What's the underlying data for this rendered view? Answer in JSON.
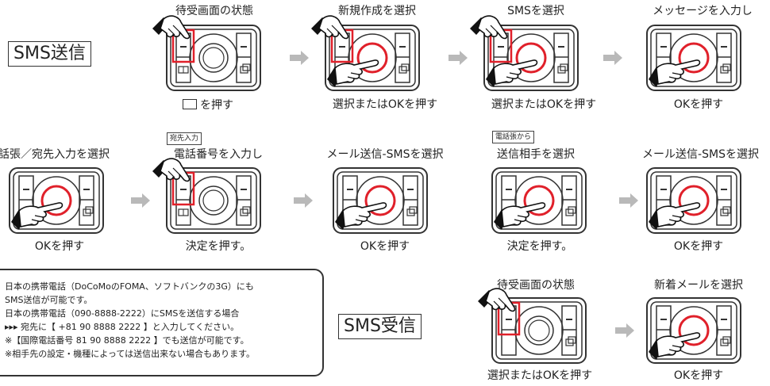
{
  "sections": {
    "send_label": "SMS送信",
    "receive_label": "SMS受信"
  },
  "row1": [
    {
      "title": "待受画面の状態",
      "action": "を押す"
    },
    {
      "title": "新規作成を選択",
      "action": "選択またはOKを押す"
    },
    {
      "title": "SMSを選択",
      "action": "選択またはOKを押す"
    },
    {
      "title": "メッセージを入力し",
      "action": "OKを押す"
    }
  ],
  "row2": [
    {
      "title": "話張／宛先入力を選択",
      "action": "OKを押す"
    },
    {
      "tag": "宛先入力",
      "title": "電話番号を入力し",
      "action": "決定を押す。"
    },
    {
      "title": "メール送信-SMSを選択",
      "action": "OKを押す"
    },
    {
      "tag": "電話張から",
      "title": "送信相手を選択",
      "action": "決定を押す。"
    },
    {
      "title": "メール送信-SMSを選択",
      "action": "OKを押す"
    }
  ],
  "row3": [
    {
      "title": "待受画面の状態",
      "action": "選択またはOKを押す"
    },
    {
      "title": "新着メールを選択",
      "action": "OKを押す"
    }
  ],
  "note": {
    "lines": [
      "日本の携帯電話（DoCoMoのFOMA、ソフトバンクの3G）にも",
      "SMS送信が可能です。",
      "日本の携帯電話（090-8888-2222）にSMSを送信する場合",
      "▸▸▸ 宛先に【 +81 90 8888 2222 】と入力してください。",
      "※【国際電話番号 81 90 8888 2222 】でも送信が可能です。",
      "※相手先の設定・機種によっては送信出来ない場合もあります。"
    ]
  },
  "colors": {
    "highlight": "#e0202a",
    "arrow": "#b9b9b9",
    "line": "#333333"
  },
  "icons": {
    "phone_keypad": "phone-keypad-icon",
    "hand_pointer": "hand-pointer-icon",
    "mail_key": "envelope-icon",
    "arrow": "right-arrow-icon"
  }
}
